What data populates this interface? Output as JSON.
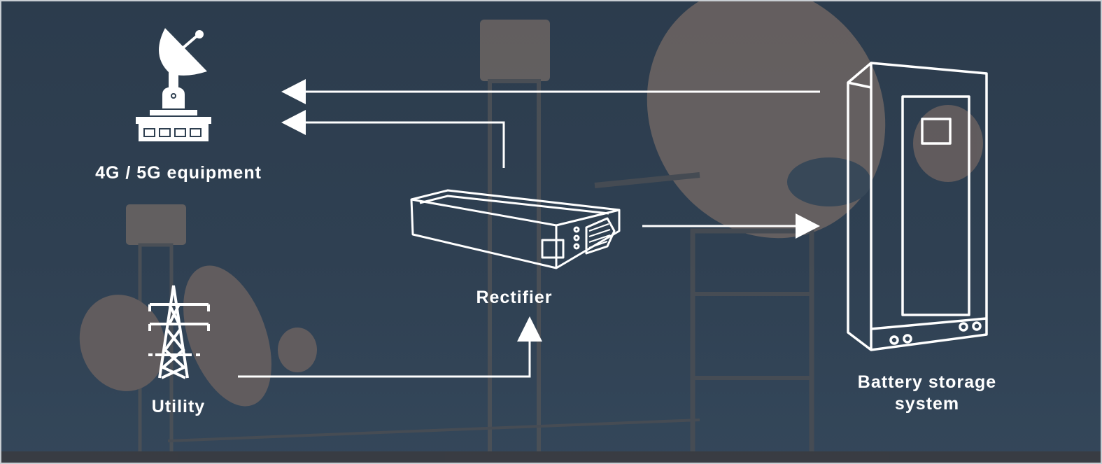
{
  "labels": {
    "equipment": "4G / 5G equipment",
    "rectifier": "Rectifier",
    "utility": "Utility",
    "battery_line1": "Battery storage",
    "battery_line2": "system"
  },
  "colors": {
    "background": "#2e3f50",
    "foreground": "#ffffff",
    "photo_tone": "#6b625f"
  }
}
